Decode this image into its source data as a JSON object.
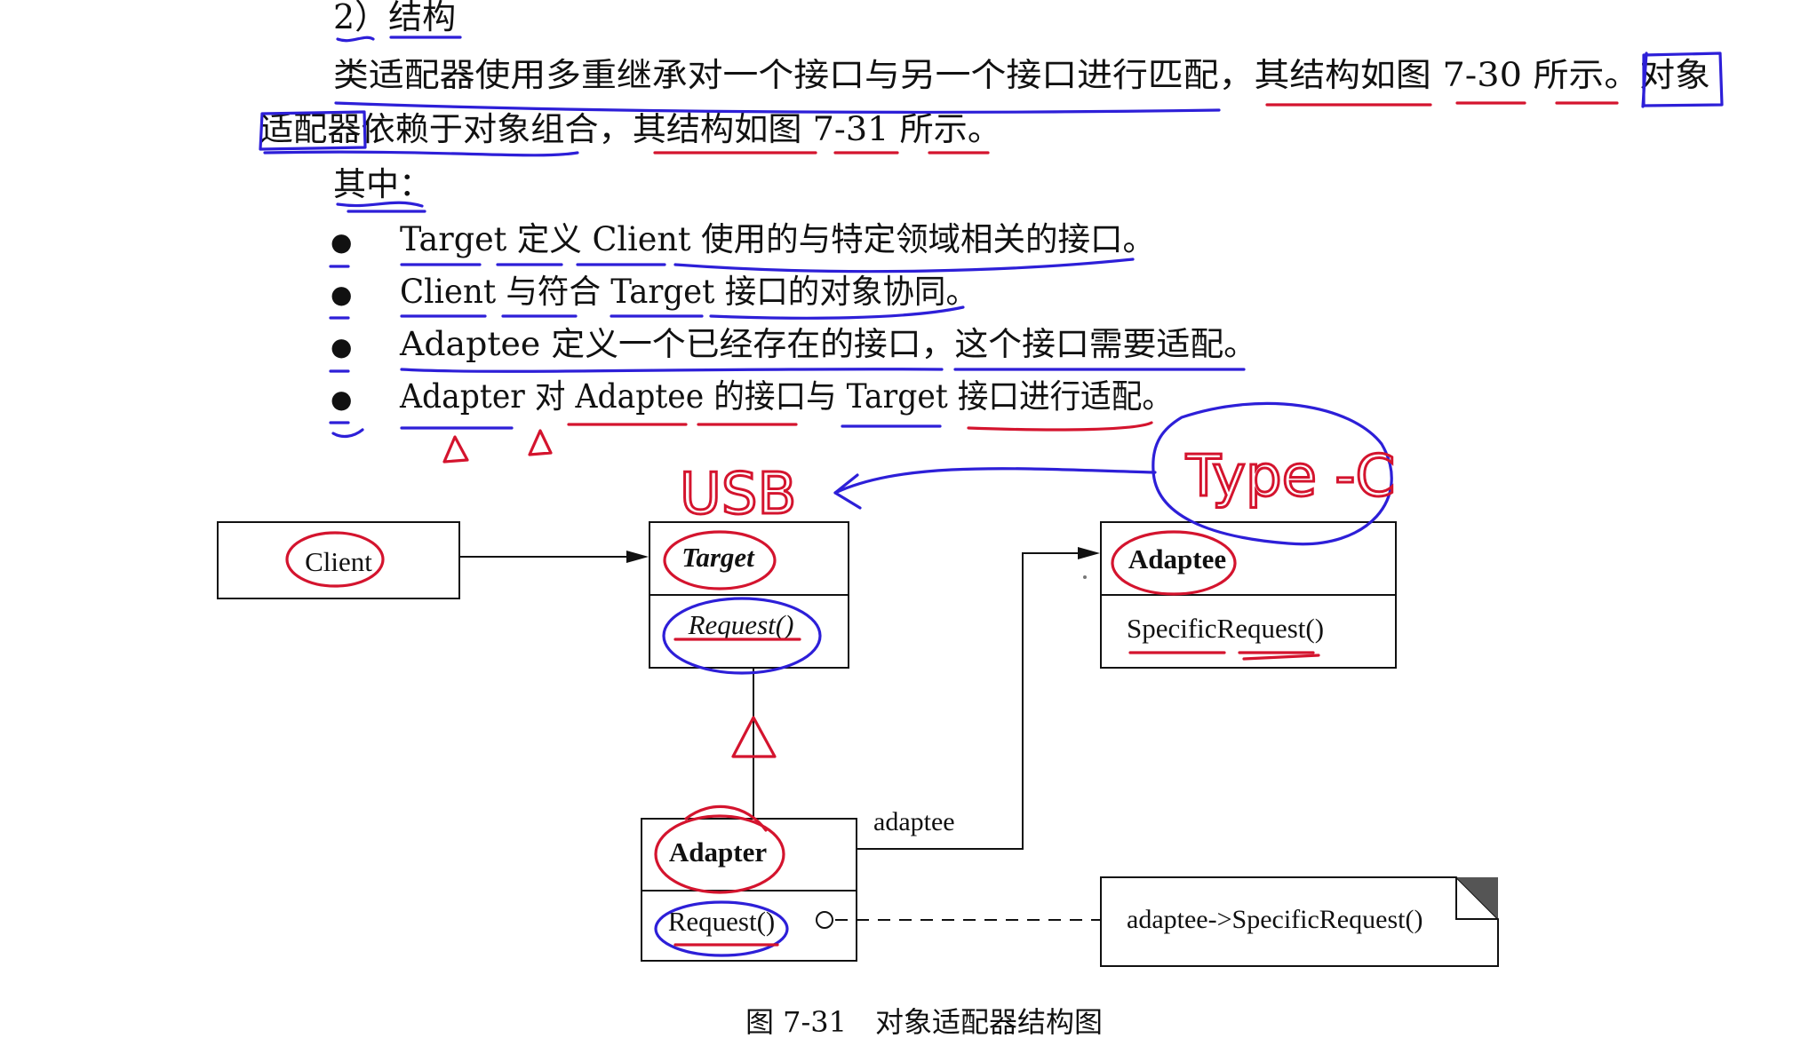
{
  "section_heading": "2）结构",
  "paragraph": {
    "line1": "类适配器使用多重继承对一个接口与另一个接口进行匹配，其结构如图 7-30 所示。对象",
    "line2": "适配器依赖于对象组合，其结构如图 7-31 所示。",
    "intro": "其中："
  },
  "bullets": [
    {
      "marker": "●",
      "text": "Target 定义 Client 使用的与特定领域相关的接口。"
    },
    {
      "marker": "●",
      "text": "Client 与符合 Target 接口的对象协同。"
    },
    {
      "marker": "●",
      "text": "Adaptee 定义一个已经存在的接口，这个接口需要适配。"
    },
    {
      "marker": "●",
      "text": "Adapter 对 Adaptee 的接口与 Target 接口进行适配。"
    }
  ],
  "diagram": {
    "client": {
      "name": "Client"
    },
    "target": {
      "name": "Target",
      "operation": "Request()"
    },
    "adaptee": {
      "name": "Adaptee",
      "operation": "SpecificRequest()"
    },
    "adapter": {
      "name": "Adapter",
      "operation": "Request()"
    },
    "association_label": "adaptee",
    "note": "adaptee->SpecificRequest()",
    "caption": "图 7-31　对象适配器结构图"
  },
  "handwriting": {
    "usb": "USB",
    "type_c": "Type -C",
    "colors": {
      "red": "#d4142e",
      "blue": "#2d1fd8"
    }
  }
}
